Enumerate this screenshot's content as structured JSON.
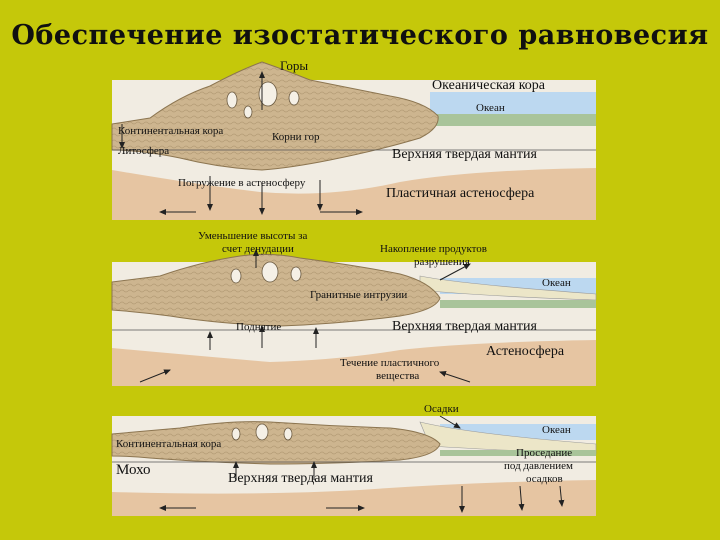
{
  "title": "Обеспечение изостатического равновесия",
  "colors": {
    "background": "#c5c80a",
    "crust": "#cdb58f",
    "mantle": "#f1ece2",
    "asthenosphere": "#e6c5a2",
    "ocean": "#bcd8f0",
    "oceanic_crust": "#a9c49a",
    "sediment": "#ece6c8"
  },
  "panel1": {
    "mountains": "Горы",
    "oceanic_crust": "Океаническая кора",
    "ocean": "Океан",
    "continental_crust": "Континентальная кора",
    "lithosphere": "Литосфера",
    "mountain_roots": "Корни гор",
    "upper_mantle": "Верхняя твердая мантия",
    "subsidence": "Погружение в астеносферу",
    "plastic_asthenosphere": "Пластичная астеносфера"
  },
  "panel2": {
    "denudation_line1": "Уменьшение высоты за",
    "denudation_line2": "счет денудации",
    "accumulation_line1": "Накопление продуктов",
    "accumulation_line2": "разрушения",
    "ocean": "Океан",
    "granite_intrusions": "Гранитные интрузии",
    "uplift": "Поднятие",
    "upper_mantle": "Верхняя твердая мантия",
    "asthenosphere": "Астеносфера",
    "flow_line1": "Течение пластичного",
    "flow_line2": "вещества"
  },
  "panel3": {
    "sediments": "Осадки",
    "ocean": "Океан",
    "continental_crust": "Континентальная кора",
    "moho": "Мохо",
    "upper_mantle": "Верхняя твердая мантия",
    "sinking_line1": "Проседание",
    "sinking_line2": "под давлением",
    "sinking_line3": "осадков"
  }
}
